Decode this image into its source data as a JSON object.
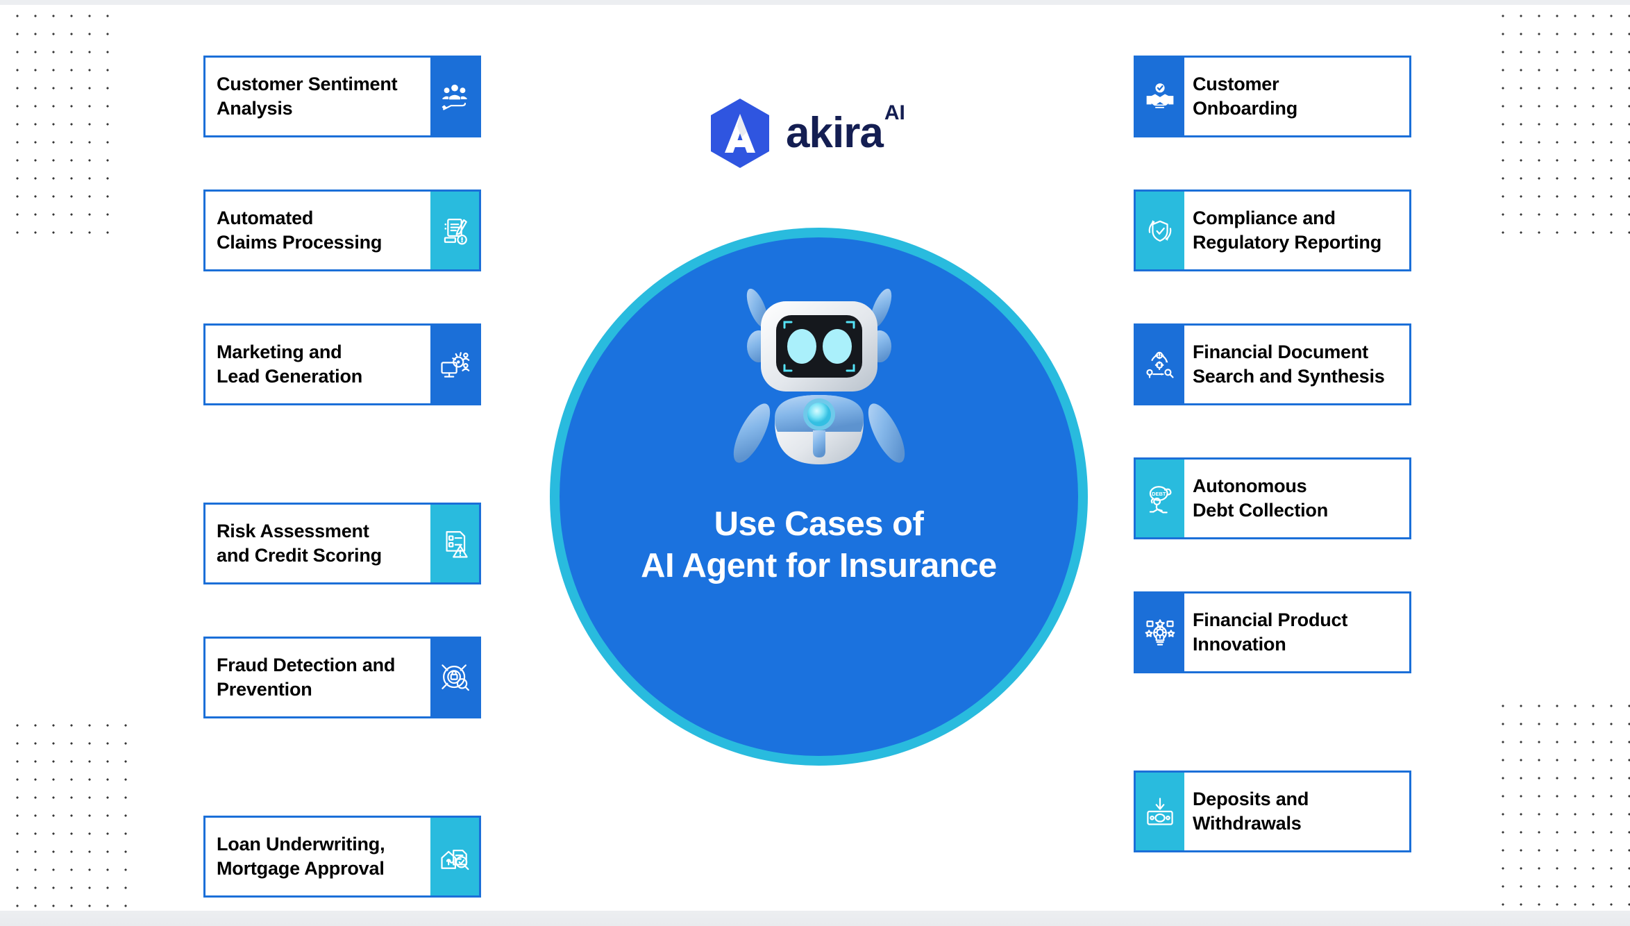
{
  "brand": {
    "logo_icon": "akira-hexagon-logo-icon",
    "name": "akira",
    "superscript": "AI"
  },
  "center": {
    "robot_icon": "robot-mascot-icon",
    "title_line1": "Use Cases of",
    "title_line2": "AI Agent for Insurance",
    "ring_color": "#29bbde",
    "disc_color": "#1b72de"
  },
  "colors": {
    "accent_blue": "#1b6fd8",
    "accent_teal": "#29bbde",
    "card_border": "#1b6fd8",
    "text": "#000000",
    "background": "#ffffff"
  },
  "left_cards": [
    {
      "line1": "Customer Sentiment",
      "line2": " Analysis",
      "icon": "people-in-hand-icon",
      "panel": "blue"
    },
    {
      "line1": "Automated",
      "line2": "Claims Processing",
      "icon": "claim-document-pen-icon",
      "panel": "teal"
    },
    {
      "line1": "Marketing and",
      "line2": "Lead Generation",
      "icon": "monitor-audience-target-icon",
      "panel": "blue"
    },
    {
      "line1": "Risk Assessment",
      "line2": "and Credit Scoring",
      "icon": "checklist-warning-icon",
      "panel": "teal"
    },
    {
      "line1": "Fraud Detection and",
      "line2": "Prevention",
      "icon": "target-lock-magnifier-icon",
      "panel": "blue"
    },
    {
      "line1": "Loan Underwriting,",
      "line2": "Mortgage Approval",
      "icon": "house-document-check-icon",
      "panel": "teal"
    }
  ],
  "right_cards": [
    {
      "line1": "Customer",
      "line2": "Onboarding",
      "icon": "handshake-verified-icon",
      "panel": "blue"
    },
    {
      "line1": "Compliance and",
      "line2": "Regulatory Reporting",
      "icon": "shield-check-cycle-icon",
      "panel": "teal"
    },
    {
      "line1": "Financial Document",
      "line2": "Search and Synthesis",
      "icon": "network-search-icon",
      "panel": "blue"
    },
    {
      "line1": "Autonomous",
      "line2": "Debt Collection",
      "icon": "debt-burden-person-icon",
      "panel": "teal"
    },
    {
      "line1": "Financial Product",
      "line2": "Innovation",
      "icon": "lightbulb-gear-idea-icon",
      "panel": "blue"
    },
    {
      "line1": "Deposits and",
      "line2": "Withdrawals",
      "icon": "banknote-deposit-icon",
      "panel": "teal"
    }
  ]
}
